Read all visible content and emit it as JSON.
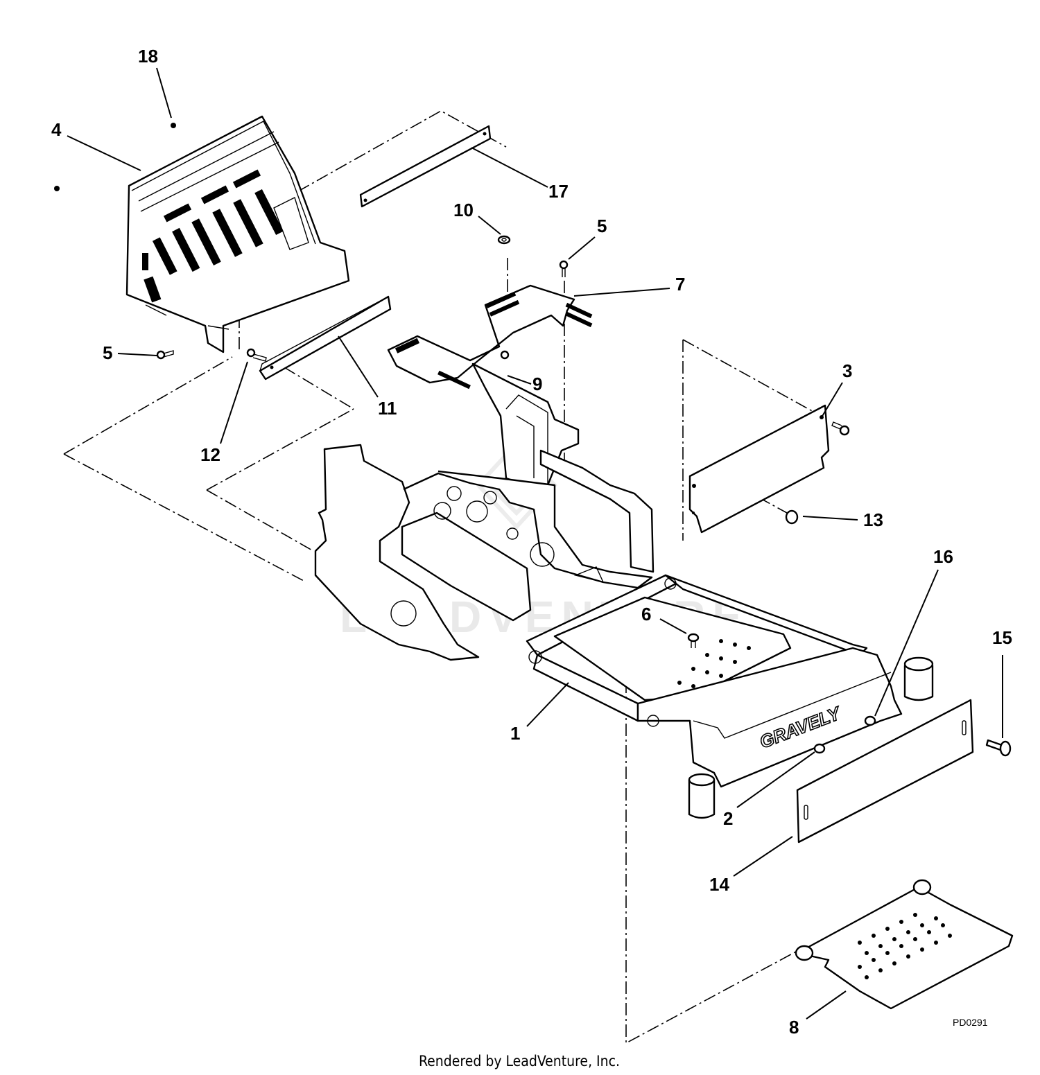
{
  "callouts": [
    {
      "id": "c18",
      "label": "18"
    },
    {
      "id": "c4",
      "label": "4"
    },
    {
      "id": "c17",
      "label": "17"
    },
    {
      "id": "c10",
      "label": "10"
    },
    {
      "id": "c5a",
      "label": "5"
    },
    {
      "id": "c7",
      "label": "7"
    },
    {
      "id": "c5b",
      "label": "5"
    },
    {
      "id": "c9",
      "label": "9"
    },
    {
      "id": "c11",
      "label": "11"
    },
    {
      "id": "c12",
      "label": "12"
    },
    {
      "id": "c3",
      "label": "3"
    },
    {
      "id": "c13",
      "label": "13"
    },
    {
      "id": "c16",
      "label": "16"
    },
    {
      "id": "c15",
      "label": "15"
    },
    {
      "id": "c6",
      "label": "6"
    },
    {
      "id": "c1",
      "label": "1"
    },
    {
      "id": "c2",
      "label": "2"
    },
    {
      "id": "c14",
      "label": "14"
    },
    {
      "id": "c8",
      "label": "8"
    }
  ],
  "brand_text": "GRAVELY",
  "drawing_id": "PD0291",
  "watermark": "LEADVENTURE",
  "footer": "Rendered by LeadVenture, Inc."
}
